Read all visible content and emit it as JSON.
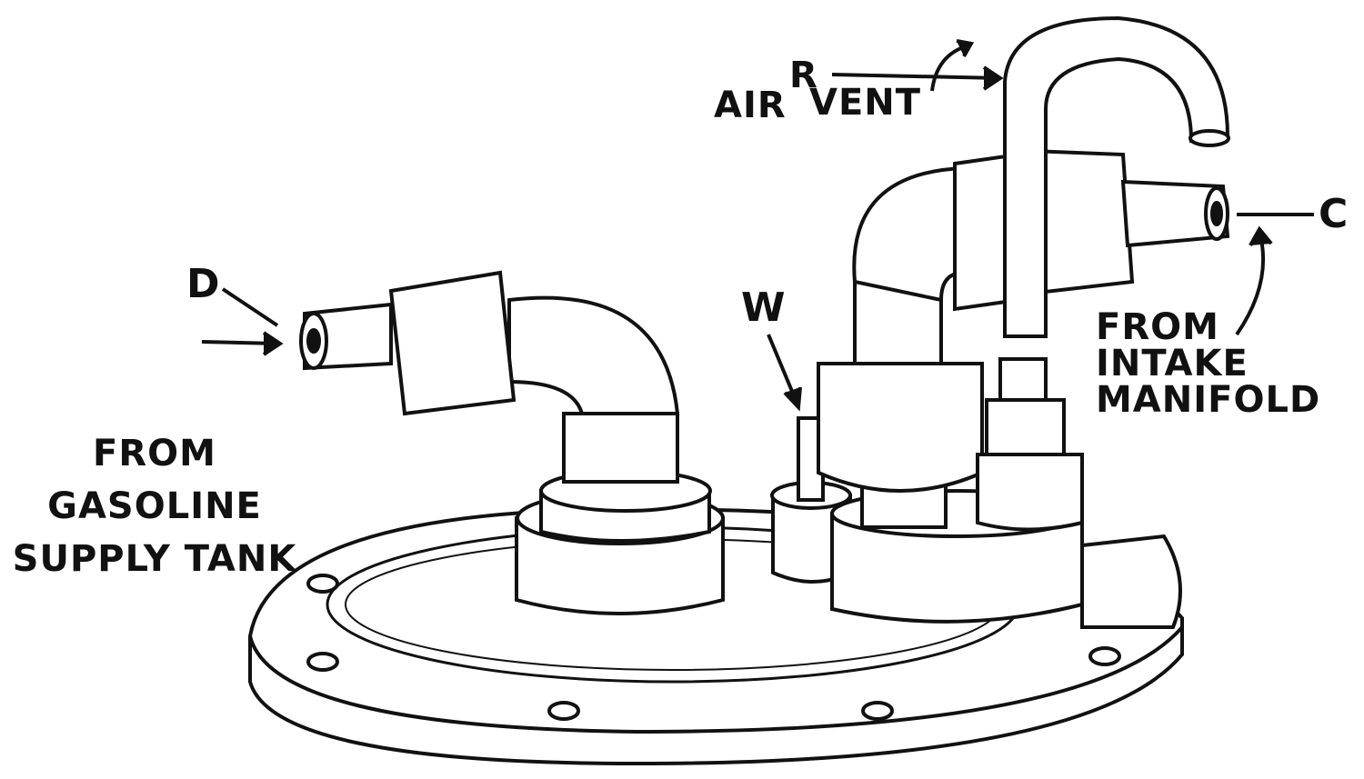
{
  "labels": {
    "air": "AIR",
    "r": "R",
    "vent": "VENT",
    "c": "C",
    "d": "D",
    "w": "W",
    "gasoline": [
      "FROM",
      "GASOLINE",
      "SUPPLY TANK"
    ],
    "intake": [
      "FROM",
      "INTAKE",
      "MANIFOLD"
    ]
  },
  "colors": {
    "ink": "#111111",
    "paper": "#ffffff"
  }
}
